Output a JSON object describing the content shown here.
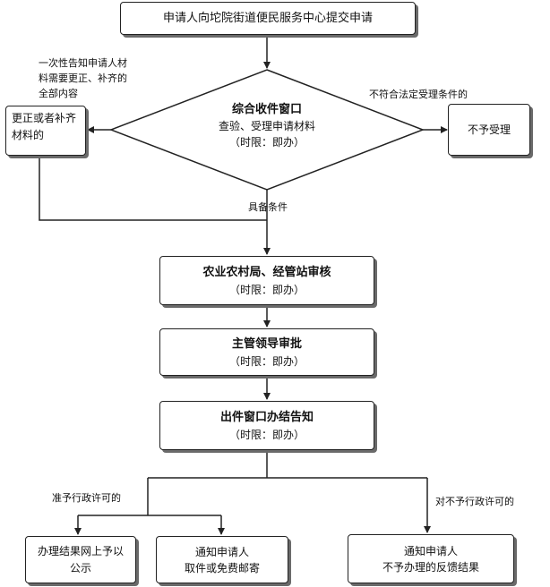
{
  "nodes": {
    "start": "申请人向坨院街道便民服务中心提交申请",
    "window_title": "综合收件窗口",
    "window_sub": "查验、受理申请材料",
    "window_time": "（时限：即办）",
    "supplement": "更正或者补齐材料的",
    "reject": "不予受理",
    "review_title": "农业农村局、经管站审核",
    "review_time": "（时限：即办）",
    "approve_title": "主管领导审批",
    "approve_time": "（时限：即办）",
    "issue_title": "出件窗口办结告知",
    "issue_time": "（时限：即办）",
    "publish": "办理结果网上予以公示",
    "notify_title": "通知申请人",
    "notify_sub": "取件或免费邮寄",
    "notify_no_title": "通知申请人",
    "notify_no_sub": "不予办理的反馈结果"
  },
  "edges": {
    "inform_line1": "一次性告知申请人材",
    "inform_line2": "料需要更正、补齐的",
    "inform_line3": "全部内容",
    "not_meet": "不符合法定受理条件的",
    "meet": "具备条件",
    "permit": "准予行政许可的",
    "no_permit": "对不予行政许可的"
  },
  "colors": {
    "line": "#222222",
    "shadow": "#6a6a6a"
  }
}
